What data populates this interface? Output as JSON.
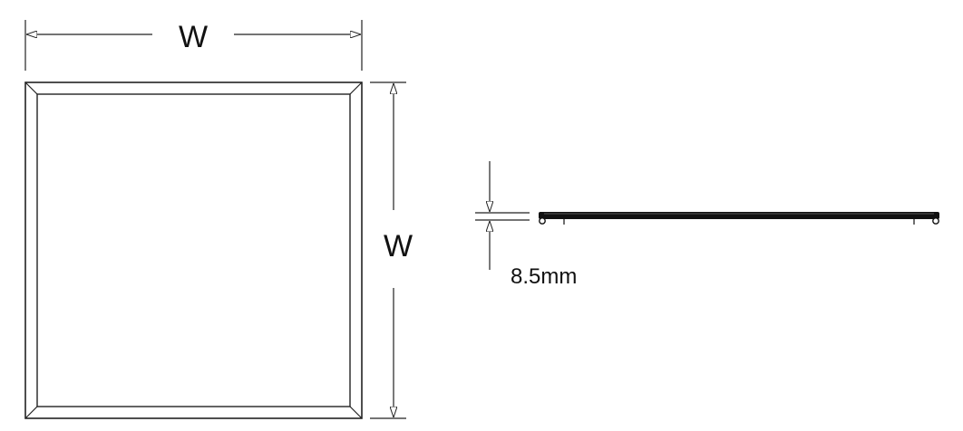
{
  "front_view": {
    "width_label": "W",
    "height_label": "W"
  },
  "side_view": {
    "thickness_label": "8.5mm"
  },
  "colors": {
    "line": "#222222",
    "text": "#111111",
    "panel_profile": "#111111"
  }
}
